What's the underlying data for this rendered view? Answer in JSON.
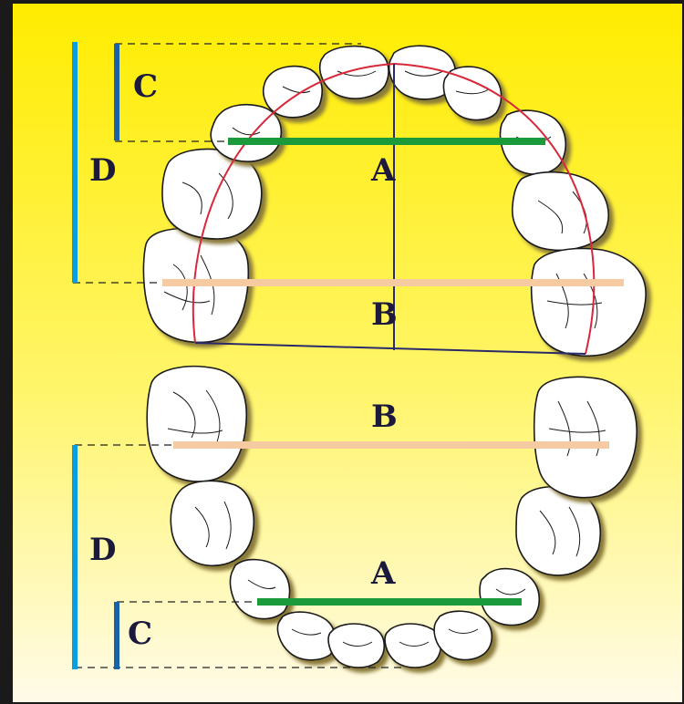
{
  "colors": {
    "frame": "#1a1a1a",
    "background_top": "#ffec00",
    "background_bottom": "#fffbe8",
    "tooth_fill": "#ffffff",
    "tooth_outline": "#1a1a1a",
    "tooth_shadow": "#8a7a3a",
    "measure_bar_blue": "#0a9ee0",
    "measure_bar_dark_blue": "#1a62a8",
    "line_a": "#1a9a3a",
    "line_b": "#f7cba2",
    "arch_curve": "#d8283a",
    "guide_lines": "#2a2a6a",
    "dashes": "#222222",
    "label_text": "#1c1a3c"
  },
  "upper_arch": {
    "label_a": "A",
    "label_b": "B",
    "label_c": "C",
    "label_d": "D"
  },
  "lower_arch": {
    "label_a": "A",
    "label_b": "B",
    "label_c": "C",
    "label_d": "D"
  }
}
